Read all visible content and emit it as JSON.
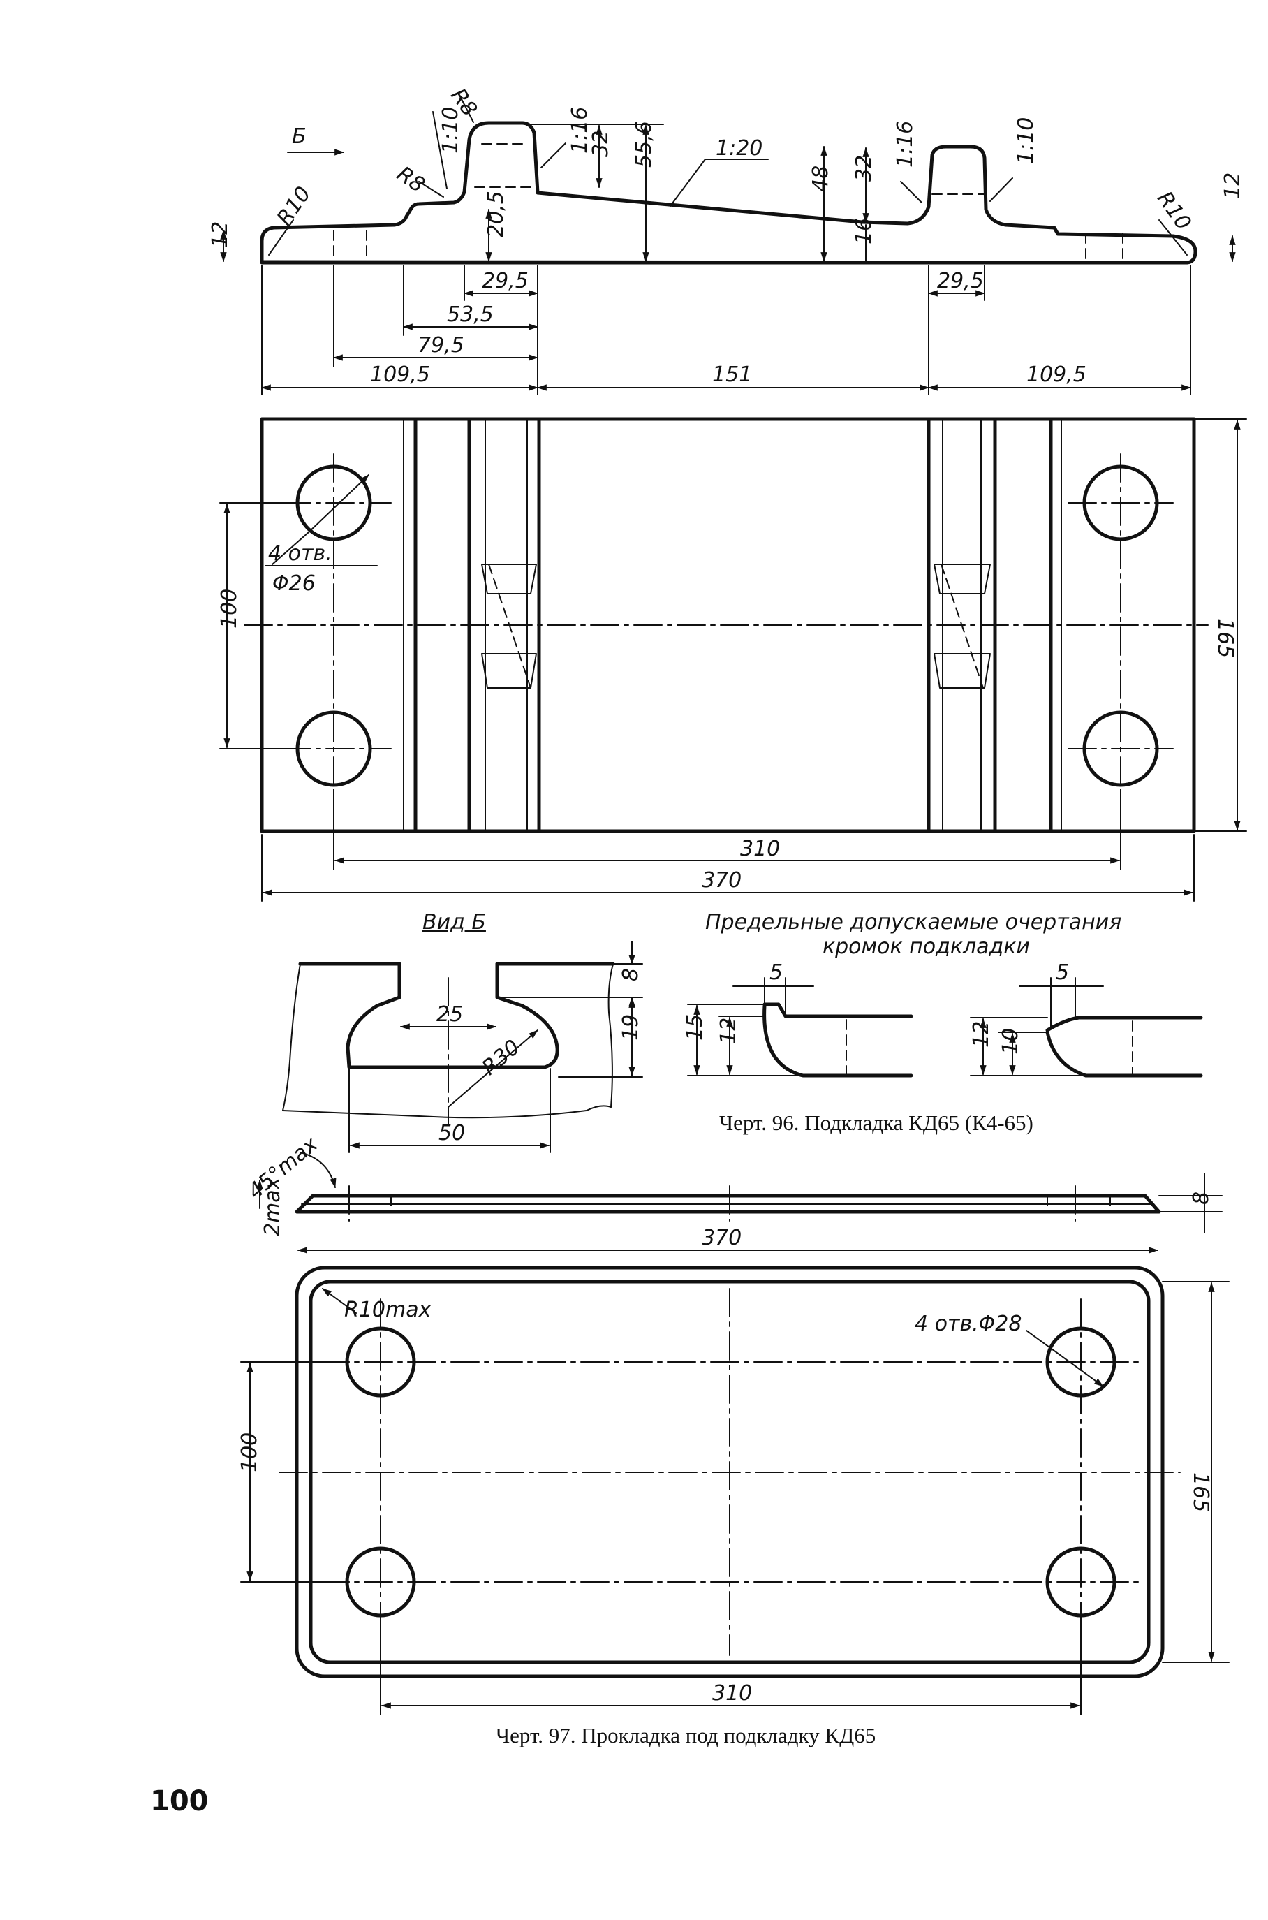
{
  "fig96": {
    "view_label": "Б",
    "dims_top": [
      "R8",
      "1:10",
      "R8",
      "1:16",
      "32",
      "55,6",
      "1:20",
      "48",
      "32",
      "1:16",
      "1:10",
      "R10",
      "12",
      "R10",
      "12",
      "20,5",
      "16",
      "29,5",
      "53,5",
      "79,5",
      "109,5",
      "151",
      "29,5",
      "109,5"
    ],
    "plan": {
      "hole_note_1": "4 отв.",
      "hole_note_2": "Φ26",
      "dim_100": "100",
      "dim_165": "165",
      "dim_310": "310",
      "dim_370": "370"
    },
    "view_b": {
      "title": "Вид Б",
      "dim_25": "25",
      "dim_R30": "R30",
      "dim_8": "8",
      "dim_19": "19",
      "dim_50": "50"
    },
    "limit_title_1": "Предельные допускаемые очертания",
    "limit_title_2": "кромок подкладки",
    "limit_dims": {
      "a5": "5",
      "a15": "15",
      "a12": "12",
      "b5": "5",
      "b12": "12",
      "b10": "10"
    },
    "caption": "Черт. 96. Подкладка КД65 (К4-65)"
  },
  "fig97": {
    "angle": "45°max",
    "gap": "2max",
    "thick": "8",
    "len": "370",
    "radius": "R10max",
    "holes": "4 отв.Φ28",
    "dim_100": "100",
    "dim_165": "165",
    "dim_310": "310",
    "caption": "Черт. 97. Прокладка под подкладку КД65"
  },
  "page_number": "100"
}
